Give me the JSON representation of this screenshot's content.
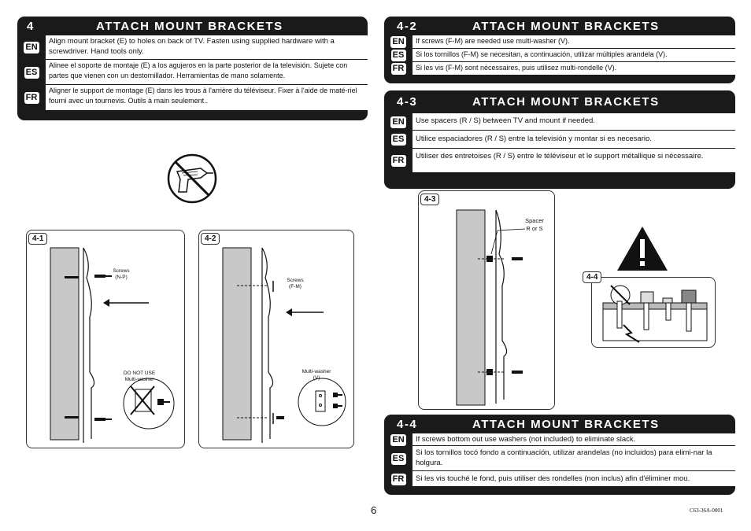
{
  "step4": {
    "num": "4",
    "title": "ATTACH MOUNT BRACKETS",
    "rows": [
      {
        "lang": "EN",
        "text": "Align mount bracket (E) to holes on back of TV.  Fasten using supplied hardware with a screwdriver.    Hand tools only."
      },
      {
        "lang": "ES",
        "text": "Alinee el soporte de montaje (E) a los agujeros en la parte posterior de la televisión. Sujete con partes que vienen con un destornillador. Herramientas de mano solamente."
      },
      {
        "lang": "FR",
        "text": "Aligner le support de montage (E) dans les trous à l'arrière du téléviseur. Fixer à l'aide de maté-riel fourni avec un tournevis. Outils à main seulement.."
      }
    ]
  },
  "step42": {
    "num": "4-2",
    "title": "ATTACH MOUNT BRACKETS",
    "rows": [
      {
        "lang": "EN",
        "text": "If screws (F-M) are needed use multi-washer (V)."
      },
      {
        "lang": "ES",
        "text": "Si los tornillos (F-M) se necesitan, a continuación, utilizar múltiples arandela (V)."
      },
      {
        "lang": "FR",
        "text": "Si les vis (F-M) sont nécessaires, puis utilisez multi-rondelle (V)."
      }
    ]
  },
  "step43": {
    "num": "4-3",
    "title": "ATTACH MOUNT BRACKETS",
    "rows": [
      {
        "lang": "EN",
        "text": "Use spacers (R / S) between TV and mount if needed."
      },
      {
        "lang": "ES",
        "text": "Utilice espaciadores (R / S) entre la televisión y montar si es necesario."
      },
      {
        "lang": "FR",
        "text": "Utiliser des entretoises (R / S) entre le téléviseur et le support métallique si nécessaire."
      }
    ]
  },
  "step44": {
    "num": "4-4",
    "title": "ATTACH MOUNT BRACKETS",
    "rows": [
      {
        "lang": "EN",
        "text": "If screws bottom out use washers (not included) to eliminate slack."
      },
      {
        "lang": "ES",
        "text": "Si los tornillos tocó fondo a continuación, utilizar arandelas (no incluidos) para elimi-nar la holgura."
      },
      {
        "lang": "FR",
        "text": "Si les vis touché le fond, puis utiliser des rondelles (non inclus) afin d'éliminer mou."
      }
    ]
  },
  "figures": {
    "fig41": {
      "tag": "4-1",
      "screws": "Screws\n(N-P)",
      "note": "DO NOT USE\nMulti-washer"
    },
    "fig42": {
      "tag": "4-2",
      "screws": "Screws\n(F-M)",
      "note": "Multi-washer\n(V)"
    },
    "fig43": {
      "tag": "4-3",
      "spacer": "Spacer\nR or S"
    },
    "fig44": {
      "tag": "4-4"
    }
  },
  "footer": {
    "page": "6",
    "code": "C63-36A-0001"
  }
}
